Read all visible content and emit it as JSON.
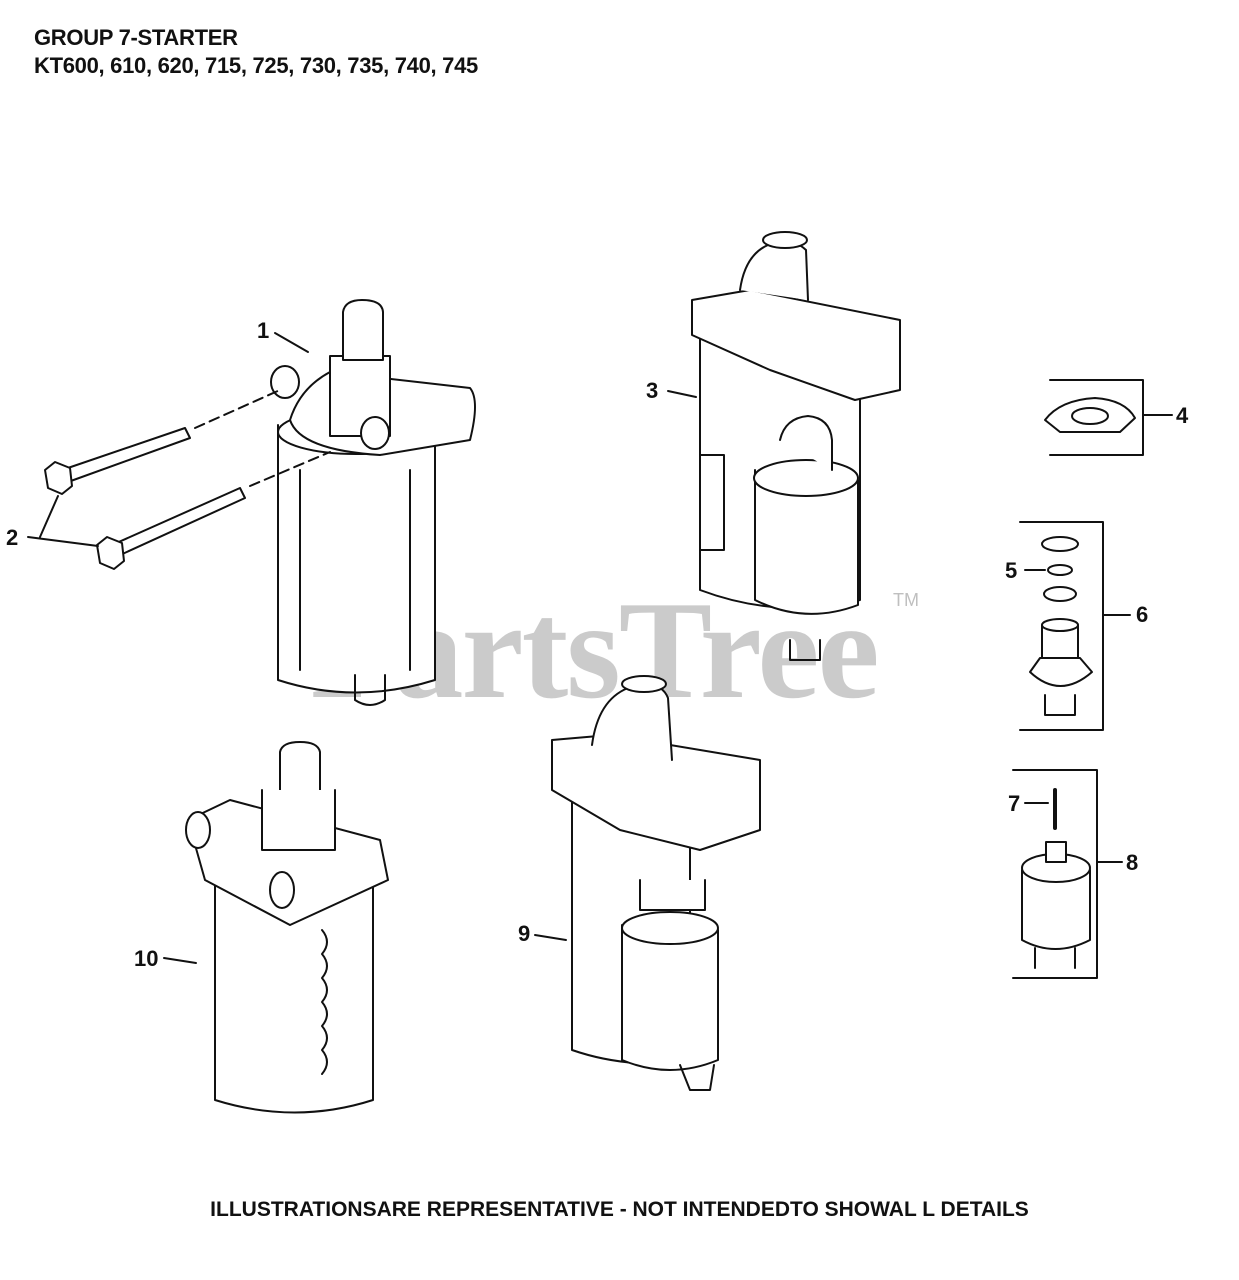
{
  "header": {
    "line1": "GROUP 7-STARTER",
    "line2": "KT600, 610, 620, 715, 725, 730, 735, 740, 745"
  },
  "footer": "ILLUSTRATIONSARE REPRESENTATIVE - NOT INTENDEDTO SHOWAL L DETAILS",
  "watermark": {
    "text": "PartsTree",
    "tm": "TM"
  },
  "callouts": [
    "1",
    "2",
    "3",
    "4",
    "5",
    "6",
    "7",
    "8",
    "9",
    "10"
  ]
}
